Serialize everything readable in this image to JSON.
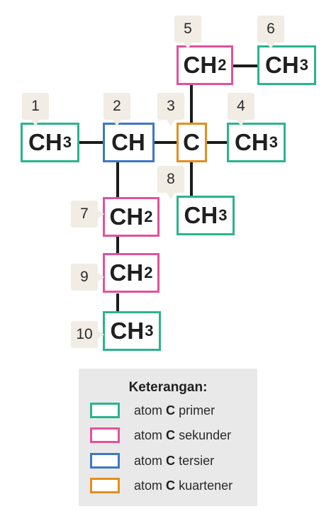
{
  "colors": {
    "primer": "#2bb38f",
    "sekunder": "#e2519c",
    "tersier": "#3d78c4",
    "kuartener": "#e48f1b"
  },
  "atoms": [
    {
      "num": "1",
      "label": "CH",
      "sub": "3",
      "type": "primer"
    },
    {
      "num": "2",
      "label": "CH",
      "sub": "",
      "type": "tersier"
    },
    {
      "num": "3",
      "label": "C",
      "sub": "",
      "type": "kuartener"
    },
    {
      "num": "4",
      "label": "CH",
      "sub": "3",
      "type": "primer"
    },
    {
      "num": "5",
      "label": "CH",
      "sub": "2",
      "type": "sekunder"
    },
    {
      "num": "6",
      "label": "CH",
      "sub": "3",
      "type": "primer"
    },
    {
      "num": "7",
      "label": "CH",
      "sub": "2",
      "type": "sekunder"
    },
    {
      "num": "8",
      "label": "CH",
      "sub": "3",
      "type": "primer"
    },
    {
      "num": "9",
      "label": "CH",
      "sub": "2",
      "type": "sekunder"
    },
    {
      "num": "10",
      "label": "CH",
      "sub": "3",
      "type": "primer"
    }
  ],
  "legend": {
    "title": "Keterangan:",
    "items": [
      {
        "type": "primer",
        "prefix": "atom",
        "atom": "C",
        "suffix": "primer"
      },
      {
        "type": "sekunder",
        "prefix": "atom",
        "atom": "C",
        "suffix": "sekunder"
      },
      {
        "type": "tersier",
        "prefix": "atom",
        "atom": "C",
        "suffix": "tersier"
      },
      {
        "type": "kuartener",
        "prefix": "atom",
        "atom": "C",
        "suffix": "kuartener"
      }
    ]
  }
}
